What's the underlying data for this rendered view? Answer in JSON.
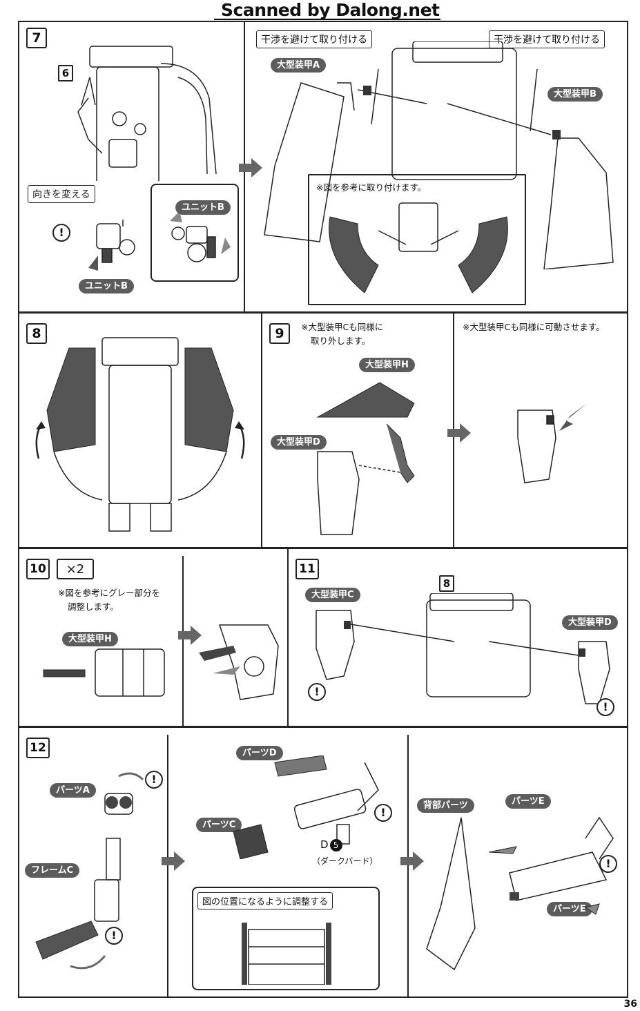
{
  "header": {
    "scan_credit": "Scanned by Dalong.net"
  },
  "page_number": "36",
  "steps": {
    "s7": {
      "number": "7",
      "subref": "6",
      "direction_label": "向きを変える",
      "unit_b_1": "ユニットB",
      "unit_b_2": "ユニットB",
      "avoid_1": "干渉を避けて取り付ける",
      "avoid_2": "干渉を避けて取り付ける",
      "armor_a": "大型装甲A",
      "armor_b": "大型装甲B",
      "ref_note": "※図を参考に取り付けます。"
    },
    "s8": {
      "number": "8"
    },
    "s9": {
      "number": "9",
      "note_left": [
        "※大型装甲Cも同様に",
        "取り外します。"
      ],
      "note_right": "※大型装甲Cも同様に可動させます。",
      "armor_h": "大型装甲H",
      "armor_d": "大型装甲D"
    },
    "s10": {
      "number": "10",
      "multiplier": "×2",
      "note": [
        "※図を参考にグレー部分を",
        "調整します。"
      ],
      "armor_h": "大型装甲H"
    },
    "s11": {
      "number": "11",
      "subref": "8",
      "armor_c": "大型装甲C",
      "armor_d": "大型装甲D"
    },
    "s12": {
      "number": "12",
      "part_a": "パーツA",
      "frame_c": "フレームC",
      "part_d": "パーツD",
      "part_c": "パーツC",
      "d_label": "D",
      "d_num": "5",
      "d_sub": "（ダークバード）",
      "adjust_note": "図の位置になるように調整する",
      "back_part": "背部パーツ",
      "part_e_1": "パーツE",
      "part_e_2": "パーツE"
    }
  },
  "warning_glyph": "!",
  "icons": [
    "warning-circle-icon",
    "next-step-arrow-icon",
    "rotate-arrow-icon"
  ]
}
